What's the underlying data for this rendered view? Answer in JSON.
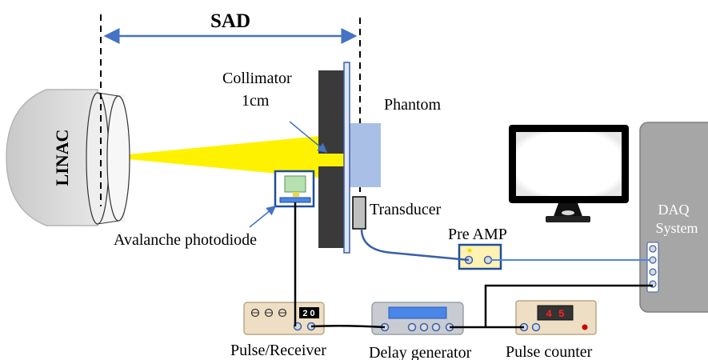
{
  "labels": {
    "sad": "SAD",
    "linac": "LINAC",
    "collimator_line1": "Collimator",
    "collimator_line2": "1cm",
    "phantom": "Phantom",
    "transducer": "Transducer",
    "pre_amp": "Pre AMP",
    "avalanche_photodiode": "Avalanche photodiode",
    "daq_line1": "DAQ",
    "daq_line2": "System",
    "pulse_receiver": "Pulse/Receiver",
    "pulse_receiver_display": "2 0",
    "delay_generator": "Delay generator",
    "pulse_counter": "Pulse counter",
    "pulse_counter_display": "4 5"
  },
  "colors": {
    "beam": "#fff200",
    "collimator": "#333333",
    "phantom": "#a9bfe6",
    "cable_blue": "#3b5fa8",
    "cable_black": "#000000",
    "dimension_arrow": "#4472c4",
    "device_tan": "#eedfc4",
    "delay_gen_body": "#c8ccd2",
    "delay_gen_screen": "#4a86e8",
    "pre_amp_body": "#fff2b3",
    "daq_body": "#a6a6a6",
    "counter_display": "#ff2020"
  }
}
